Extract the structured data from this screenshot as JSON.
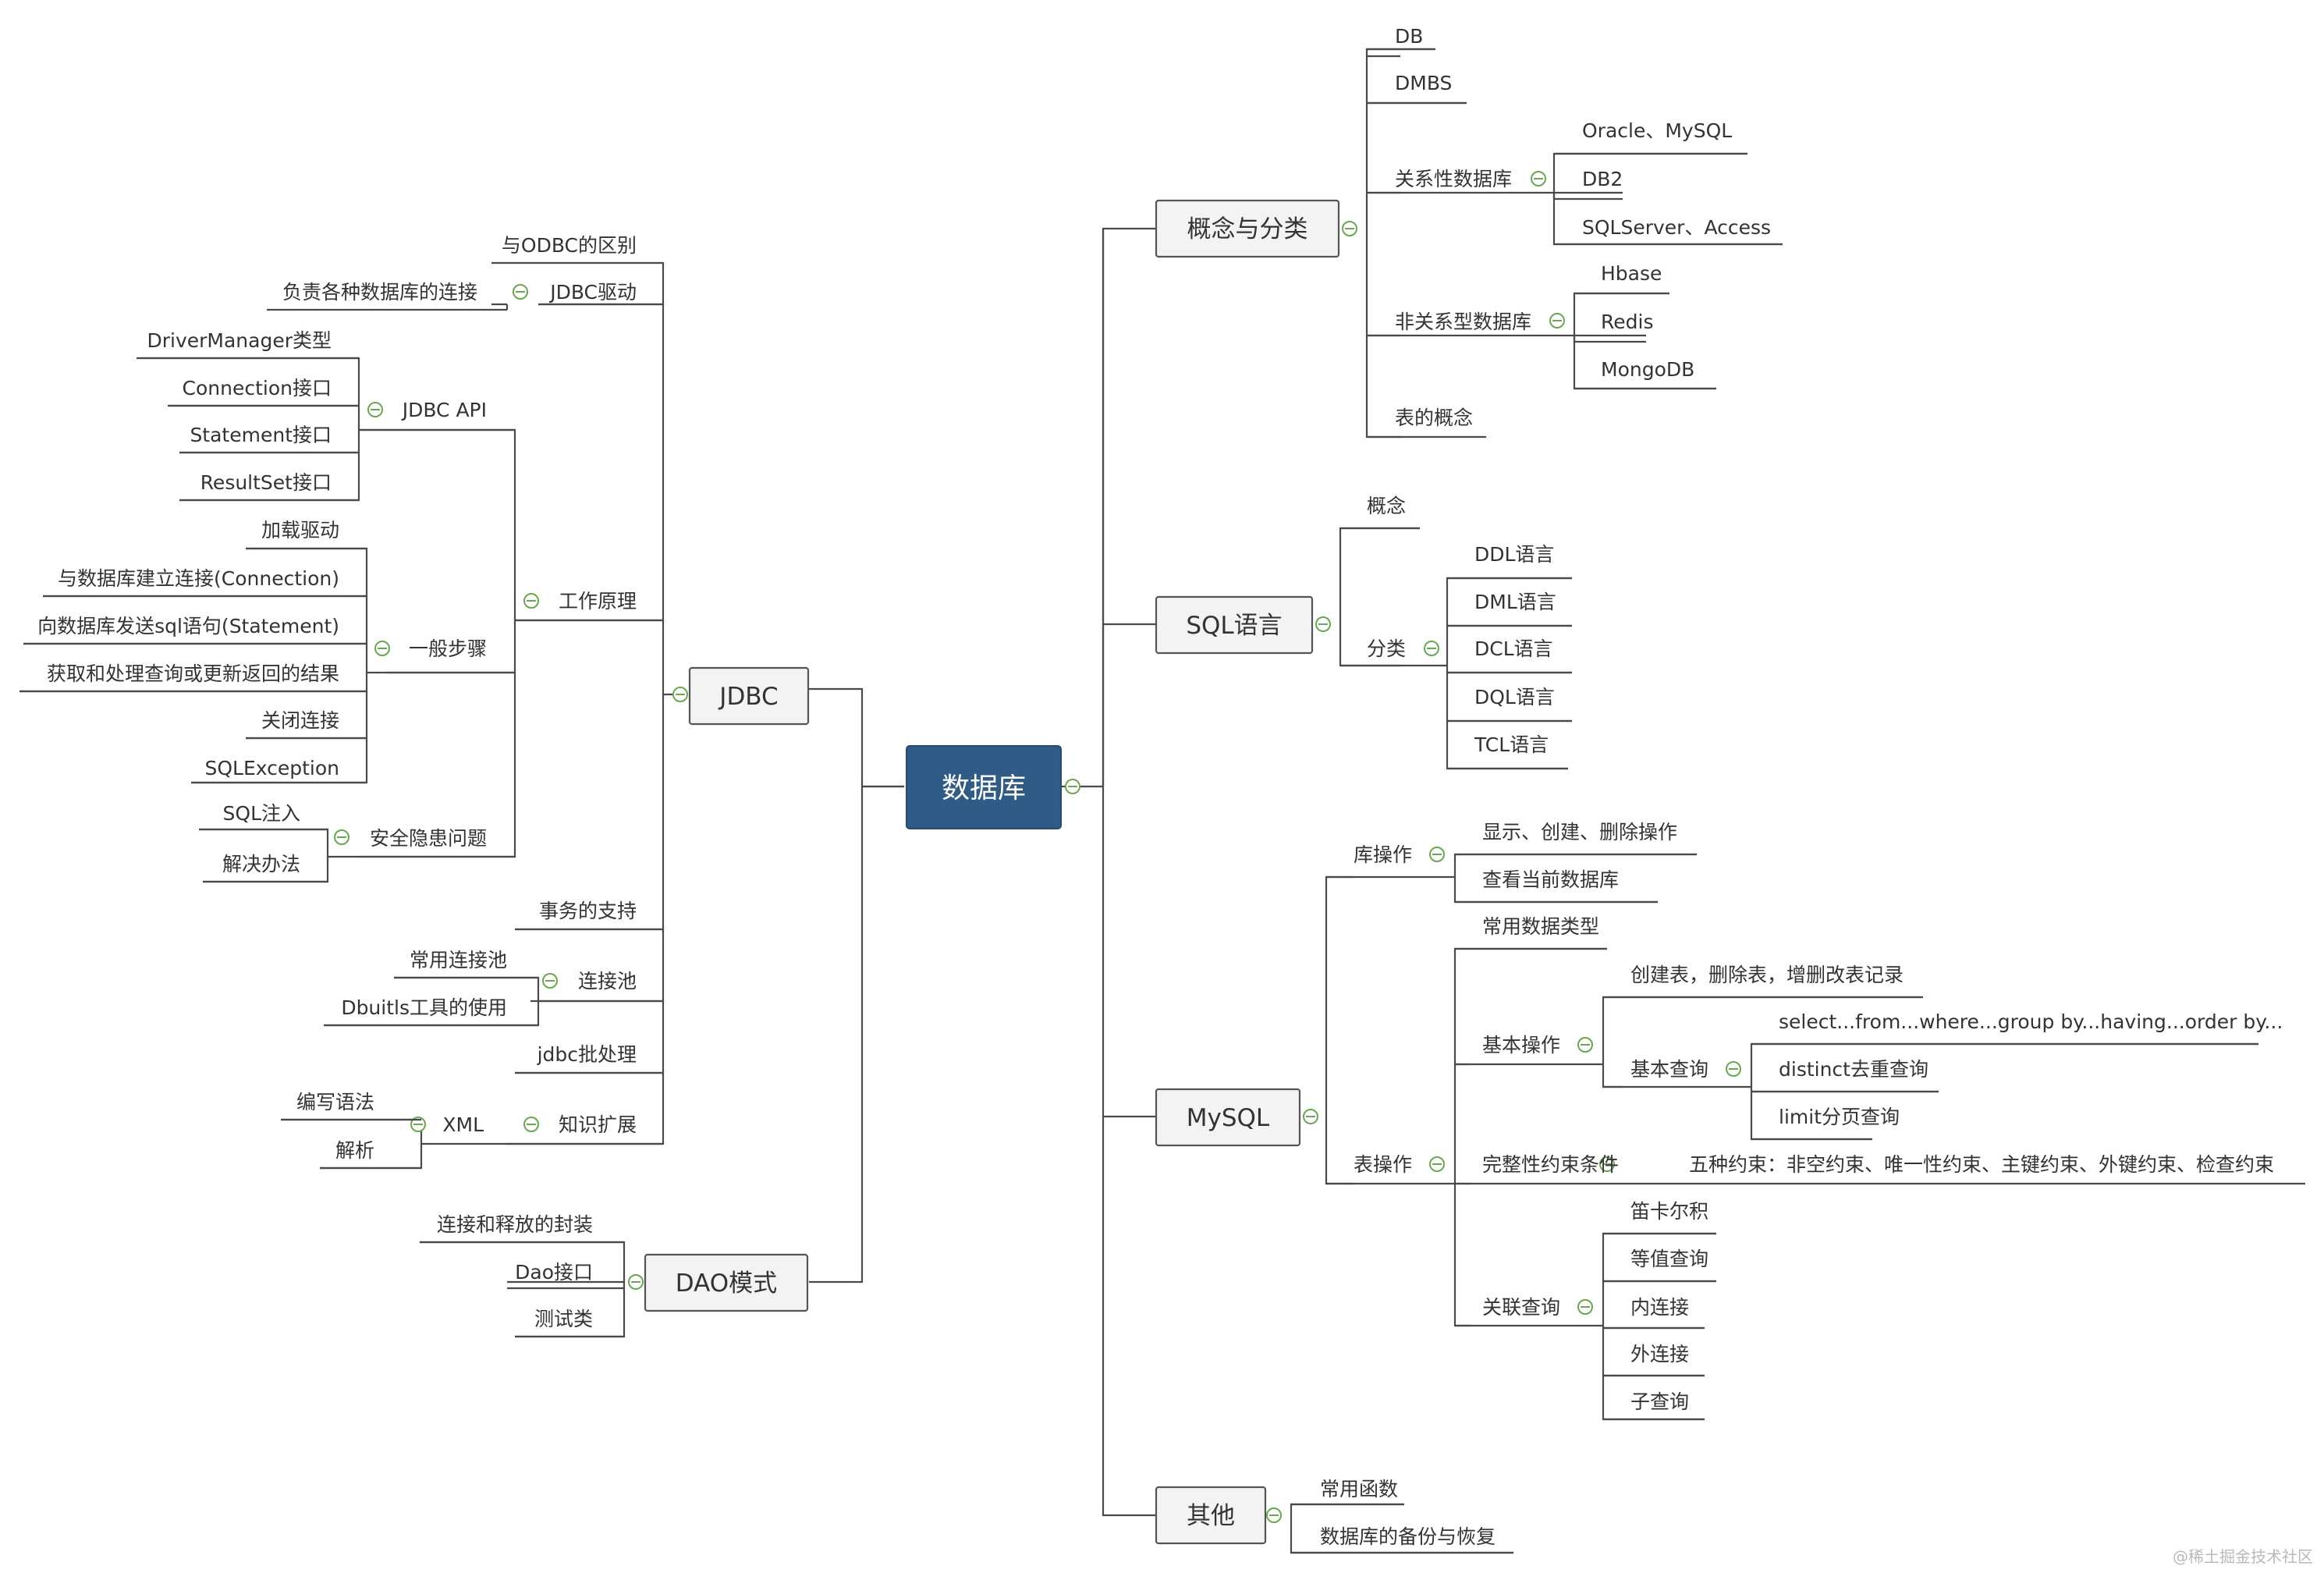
{
  "root": "数据库",
  "jdbc": {
    "label": "JDBC",
    "odbc_diff": "与ODBC的区别",
    "driver": {
      "label": "JDBC驱动",
      "items": [
        "负责各种数据库的连接"
      ]
    },
    "principle": {
      "label": "工作原理",
      "api": {
        "label": "JDBC API",
        "items": [
          "DriverManager类型",
          "Connection接口",
          "Statement接口",
          "ResultSet接口"
        ]
      },
      "steps": {
        "label": "一般步骤",
        "items": [
          "加载驱动",
          "与数据库建立连接(Connection)",
          "向数据库发送sql语句(Statement)",
          "获取和处理查询或更新返回的结果",
          "关闭连接",
          "SQLException"
        ]
      },
      "security": {
        "label": "安全隐患问题",
        "items": [
          "SQL注入",
          "解决办法"
        ]
      }
    },
    "transaction": "事务的支持",
    "pool": {
      "label": "连接池",
      "items": [
        "常用连接池",
        "Dbuitls工具的使用"
      ]
    },
    "batch": "jdbc批处理",
    "ext": {
      "label": "知识扩展",
      "xml": {
        "label": "XML",
        "items": [
          "编写语法",
          "解析"
        ]
      }
    }
  },
  "dao": {
    "label": "DAO模式",
    "items": [
      "连接和释放的封装",
      "Dao接口",
      "测试类"
    ]
  },
  "concept": {
    "label": "概念与分类",
    "db": "DB",
    "dmbs": "DMBS",
    "relational": {
      "label": "关系性数据库",
      "items": [
        "Oracle、MySQL",
        "DB2",
        "SQLServer、Access"
      ]
    },
    "nonrelational": {
      "label": "非关系型数据库",
      "items": [
        "Hbase",
        "Redis",
        "MongoDB"
      ]
    },
    "table": "表的概念"
  },
  "sql": {
    "label": "SQL语言",
    "concept": "概念",
    "category": {
      "label": "分类",
      "items": [
        "DDL语言",
        "DML语言",
        "DCL语言",
        "DQL语言",
        "TCL语言"
      ]
    }
  },
  "mysql": {
    "label": "MySQL",
    "dbop": {
      "label": "库操作",
      "items": [
        "显示、创建、删除操作",
        "查看当前数据库"
      ]
    },
    "tableop": {
      "label": "表操作",
      "types": "常用数据类型",
      "basic": {
        "label": "基本操作",
        "crud": "创建表，删除表，增删改表记录",
        "query": {
          "label": "基本查询",
          "items": [
            "select...from...where...group by...having...order by...",
            "distinct去重查询",
            "limit分页查询"
          ]
        }
      },
      "constraint": {
        "label": "完整性约束条件",
        "value": "五种约束：非空约束、唯一性约束、主键约束、外键约束、检查约束"
      },
      "join": {
        "label": "关联查询",
        "items": [
          "笛卡尔积",
          "等值查询",
          "内连接",
          "外连接",
          "子查询"
        ]
      }
    }
  },
  "other": {
    "label": "其他",
    "items": [
      "常用函数",
      "数据库的备份与恢复"
    ]
  },
  "watermark": "@稀土掘金技术社区"
}
